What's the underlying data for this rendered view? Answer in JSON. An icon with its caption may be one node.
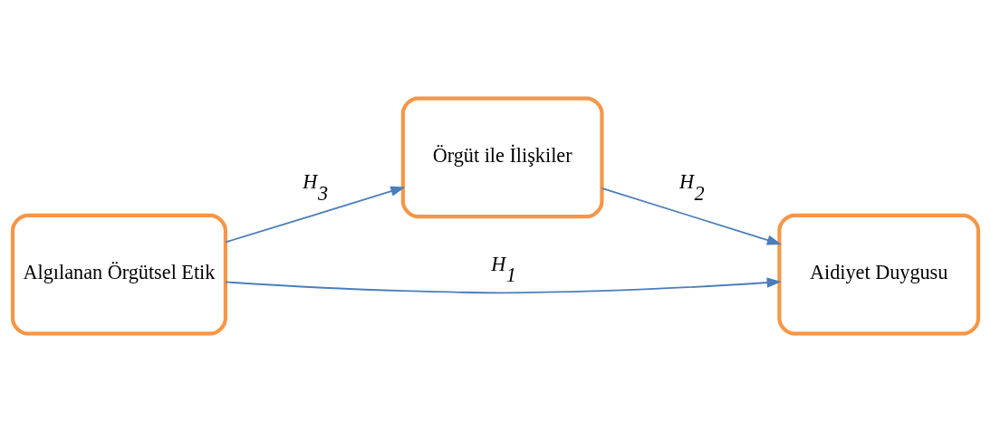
{
  "diagram": {
    "nodes": [
      {
        "text": [
          "Algılanan Örgütsel Etik"
        ]
      },
      {
        "text": [
          "Örgüt ile İlişkiler"
        ]
      },
      {
        "text": [
          "Aidiyet Duygusu"
        ]
      }
    ],
    "edges": [
      {
        "from": 0,
        "to": 1,
        "arrow": "to",
        "label": "H$_{3}$"
      },
      {
        "from": 1,
        "to": 2,
        "arrow": "to",
        "label": "H$_{2}$"
      },
      {
        "from": 0,
        "to": 2,
        "arrow": "to",
        "label": "H$_{1}$"
      }
    ]
  }
}
